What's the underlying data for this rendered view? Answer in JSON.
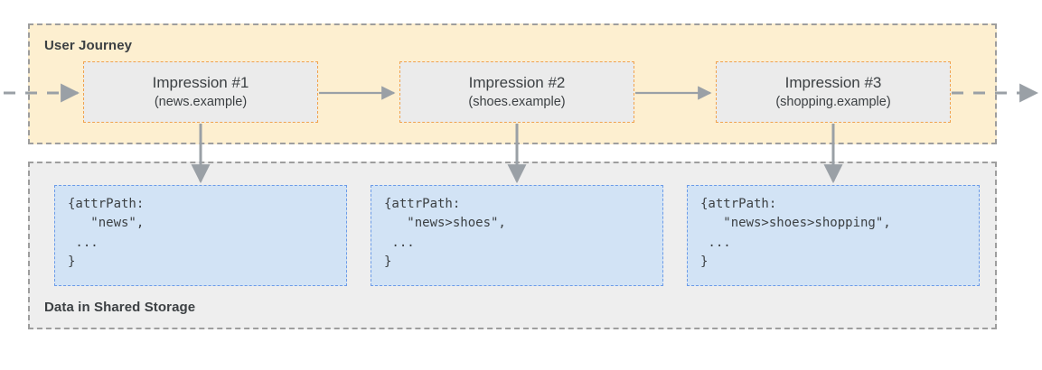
{
  "diagram": {
    "journey": {
      "title": "User Journey",
      "impressions": [
        {
          "title": "Impression #1",
          "subtitle": "(news.example)"
        },
        {
          "title": "Impression #2",
          "subtitle": "(shoes.example)"
        },
        {
          "title": "Impression #3",
          "subtitle": "(shopping.example)"
        }
      ]
    },
    "storage": {
      "title": "Data in Shared Storage",
      "entries": [
        {
          "code": "{attrPath:\n   \"news\",\n ...\n}"
        },
        {
          "code": "{attrPath:\n   \"news>shoes\",\n ...\n}"
        },
        {
          "code": "{attrPath:\n   \"news>shoes>shopping\",\n ...\n}"
        }
      ]
    },
    "colors": {
      "journey_fill": "#fdefd0",
      "storage_fill": "#eeeeee",
      "impression_fill": "#ebebeb",
      "impression_border": "#f0a24e",
      "code_fill": "#d2e3f5",
      "code_border": "#6b9be8",
      "container_border": "#9e9e9e",
      "arrow": "#9aa0a6",
      "text": "#3c4043"
    }
  }
}
